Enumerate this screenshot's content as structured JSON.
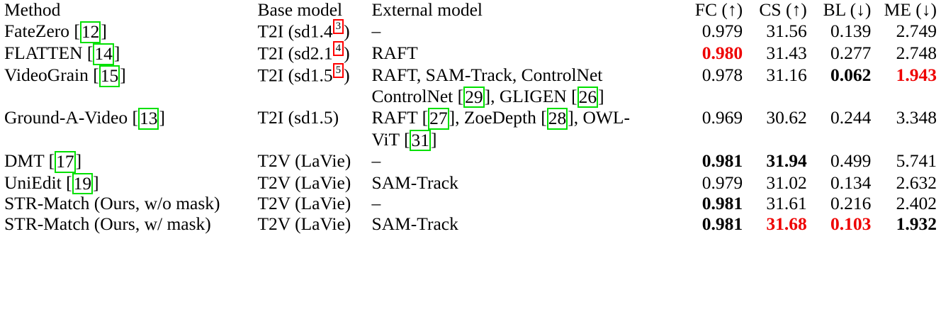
{
  "table": {
    "headers": [
      {
        "label": "Method",
        "align": "left"
      },
      {
        "label": "Base model",
        "align": "left"
      },
      {
        "label": "External model",
        "align": "left"
      },
      {
        "label": "FC (↑)",
        "align": "right"
      },
      {
        "label": "CS (↑)",
        "align": "right"
      },
      {
        "label": "BL (↓)",
        "align": "right"
      },
      {
        "label": "ME (↓)",
        "align": "right"
      }
    ],
    "colors": {
      "citation_box": "#00e000",
      "footnote_box": "#ff0000",
      "highlight_red": "#ee0000",
      "text": "#000000",
      "rule": "#000000"
    },
    "group1": [
      {
        "method_name": "FateZero",
        "method_cite": "12",
        "base_model_prefix": "T2I (sd1.4",
        "base_model_footnote": "3",
        "base_model_suffix": ")",
        "external_line1": "–",
        "external_line2": "",
        "fc": "0.979",
        "fc_style": "plain",
        "cs": "31.56",
        "cs_style": "plain",
        "bl": "0.139",
        "bl_style": "plain",
        "me": "2.749",
        "me_style": "plain"
      },
      {
        "method_name": "FLATTEN",
        "method_cite": "14",
        "base_model_prefix": "T2I (sd2.1",
        "base_model_footnote": "4",
        "base_model_suffix": ")",
        "external_line1": "RAFT",
        "external_line2": "",
        "fc": "0.980",
        "fc_style": "bold-red",
        "cs": "31.43",
        "cs_style": "plain",
        "bl": "0.277",
        "bl_style": "plain",
        "me": "2.748",
        "me_style": "plain"
      },
      {
        "method_name": "VideoGrain",
        "method_cite": "15",
        "base_model_prefix": "T2I (sd1.5",
        "base_model_footnote": "5",
        "base_model_suffix": ")",
        "external_line1": "RAFT, SAM-Track, ControlNet",
        "external_line2_parts": [
          {
            "text": "ControlNet ",
            "cite": null
          },
          {
            "text": "",
            "cite": "29"
          },
          {
            "text": ", GLIGEN ",
            "cite": null
          },
          {
            "text": "",
            "cite": "26"
          }
        ],
        "fc": "0.978",
        "fc_style": "plain",
        "cs": "31.16",
        "cs_style": "plain",
        "bl": "0.062",
        "bl_style": "bold",
        "me": "1.943",
        "me_style": "bold-red"
      },
      {
        "method_name": "Ground-A-Video",
        "method_cite": "13",
        "base_model_prefix": "T2I (sd1.5)",
        "base_model_footnote": null,
        "base_model_suffix": "",
        "external_line1_parts": [
          {
            "text": "RAFT ",
            "cite": null
          },
          {
            "text": "",
            "cite": "27"
          },
          {
            "text": ", ZoeDepth ",
            "cite": null
          },
          {
            "text": "",
            "cite": "28"
          },
          {
            "text": ", OWL-",
            "cite": null
          }
        ],
        "external_line2_parts": [
          {
            "text": "ViT ",
            "cite": null
          },
          {
            "text": "",
            "cite": "31"
          }
        ],
        "fc": "0.969",
        "fc_style": "plain",
        "cs": "30.62",
        "cs_style": "plain",
        "bl": "0.244",
        "bl_style": "plain",
        "me": "3.348",
        "me_style": "plain"
      }
    ],
    "group2": [
      {
        "method_name": "DMT",
        "method_cite": "17",
        "base_model_prefix": "T2V (LaVie)",
        "base_model_footnote": null,
        "base_model_suffix": "",
        "external_line1": "–",
        "fc": "0.981",
        "fc_style": "bold",
        "cs": "31.94",
        "cs_style": "bold",
        "bl": "0.499",
        "bl_style": "plain",
        "me": "5.741",
        "me_style": "plain"
      },
      {
        "method_name": "UniEdit",
        "method_cite": "19",
        "base_model_prefix": "T2V (LaVie)",
        "base_model_footnote": null,
        "base_model_suffix": "",
        "external_line1": "SAM-Track",
        "fc": "0.979",
        "fc_style": "plain",
        "cs": "31.02",
        "cs_style": "plain",
        "bl": "0.134",
        "bl_style": "plain",
        "me": "2.632",
        "me_style": "plain"
      },
      {
        "method_name": "STR-Match (Ours, w/o mask)",
        "method_cite": null,
        "base_model_prefix": "T2V (LaVie)",
        "base_model_footnote": null,
        "base_model_suffix": "",
        "external_line1": "–",
        "fc": "0.981",
        "fc_style": "bold",
        "cs": "31.61",
        "cs_style": "plain",
        "bl": "0.216",
        "bl_style": "plain",
        "me": "2.402",
        "me_style": "plain"
      },
      {
        "method_name": "STR-Match (Ours, w/ mask)",
        "method_cite": null,
        "base_model_prefix": "T2V (LaVie)",
        "base_model_footnote": null,
        "base_model_suffix": "",
        "external_line1": "SAM-Track",
        "fc": "0.981",
        "fc_style": "bold",
        "cs": "31.68",
        "cs_style": "bold-red",
        "bl": "0.103",
        "bl_style": "bold-red",
        "me": "1.932",
        "me_style": "bold"
      }
    ]
  }
}
